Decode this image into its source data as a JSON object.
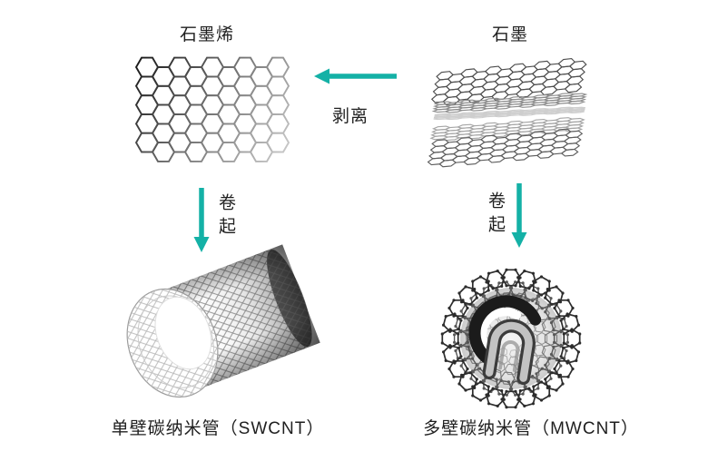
{
  "diagram": {
    "nodes": [
      {
        "id": "graphene",
        "label": "石墨烯",
        "illustration": "hexagonal-lattice-sheet"
      },
      {
        "id": "graphite",
        "label": "石墨",
        "illustration": "stacked-graphene-layers"
      },
      {
        "id": "swcnt",
        "label": "单壁碳纳米管（SWCNT）",
        "illustration": "single-wall-nanotube-3d"
      },
      {
        "id": "mwcnt",
        "label": "多壁碳纳米管（MWCNT）",
        "illustration": "multi-wall-nanotube-end-view"
      }
    ],
    "edges": [
      {
        "from": "graphite",
        "to": "graphene",
        "label": "剥离",
        "direction": "left"
      },
      {
        "from": "graphene",
        "to": "swcnt",
        "label": "卷起",
        "direction": "down"
      },
      {
        "from": "graphite",
        "to": "mwcnt",
        "label": "卷起",
        "direction": "down"
      }
    ],
    "colors": {
      "arrow": "#14b1a6",
      "text": "#1f1f1f",
      "background": "#ffffff"
    }
  }
}
